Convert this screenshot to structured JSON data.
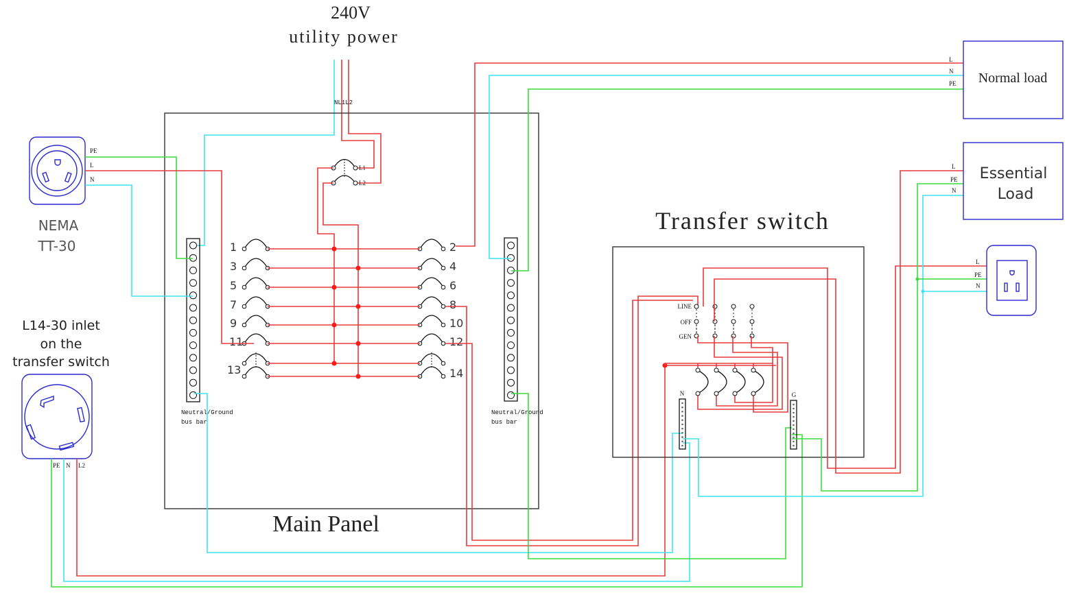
{
  "title": {
    "line1": "240V",
    "line2": "utility power"
  },
  "utility_labels": "NL1L2",
  "main_panel": {
    "label": "Main Panel",
    "main_breaker_labels": [
      "L1",
      "L2"
    ],
    "breaker_numbers_left": [
      "1",
      "3",
      "5",
      "7",
      "9",
      "11",
      "13"
    ],
    "breaker_numbers_right": [
      "2",
      "4",
      "6",
      "8",
      "10",
      "12",
      "14"
    ],
    "bus_bar_left_label": [
      "Neutral/Ground",
      "bus bar"
    ],
    "bus_bar_right_label": [
      "Neutral/Ground",
      "bus bar"
    ]
  },
  "nema": {
    "label_line1": "NEMA",
    "label_line2": "TT-30",
    "pins": [
      "PE",
      "L",
      "N"
    ]
  },
  "inlet": {
    "label_line1": "L14-30 inlet",
    "label_line2": "on the",
    "label_line3": "transfer switch",
    "pins": [
      "PE",
      "N",
      "L2"
    ]
  },
  "transfer_switch": {
    "label": "Transfer switch",
    "positions": [
      "LINE",
      "OFF",
      "GEN"
    ],
    "neutral_bar_label": "N",
    "ground_bar_label": "G"
  },
  "normal_load": {
    "label": "Normal load",
    "pins": [
      "L",
      "N",
      "PE"
    ]
  },
  "essential_load": {
    "label_line1": "Essential",
    "label_line2": "Load",
    "pins": [
      "L",
      "PE",
      "N"
    ]
  },
  "outlet": {
    "pins": [
      "L",
      "PE",
      "N"
    ]
  },
  "colors": {
    "line": "#e83a3a",
    "neutral": "#3fe4f0",
    "ground": "#3ade3a",
    "device": "#2a2ad0"
  }
}
